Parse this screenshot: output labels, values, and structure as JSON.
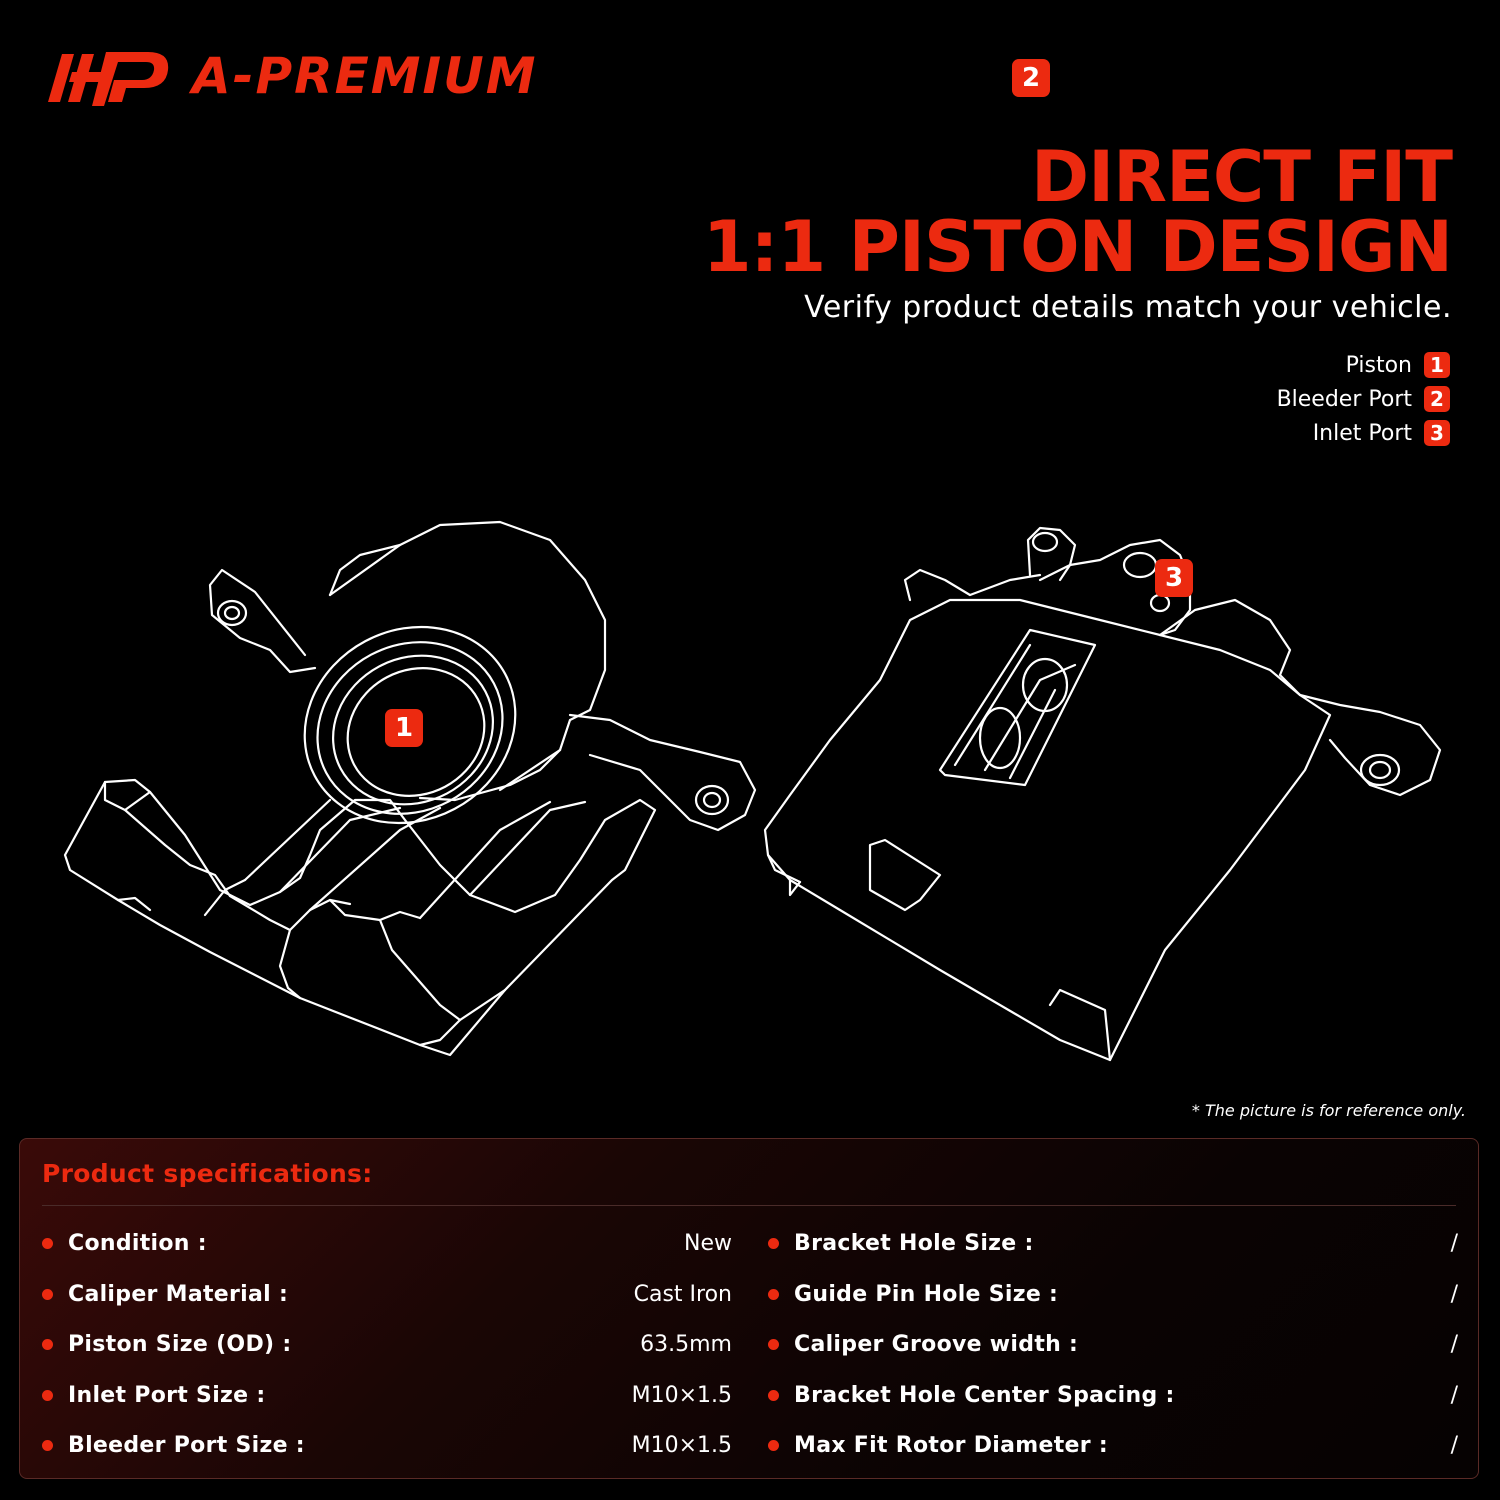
{
  "brand": {
    "name": "A-PREMIUM",
    "logo": "ap-logo-icon",
    "color": "#ec2a10"
  },
  "headline": {
    "line1": "DIRECT FIT",
    "line2": "1:1 PISTON DESIGN"
  },
  "subtitle": "Verify product details match your vehicle.",
  "legend": [
    {
      "label": "Piston",
      "number": "1"
    },
    {
      "label": "Bleeder Port",
      "number": "2"
    },
    {
      "label": "Inlet Port",
      "number": "3"
    }
  ],
  "markers": {
    "piston": "1",
    "bleeder": "2",
    "inlet": "3"
  },
  "disclaimer": "* The picture is for reference only.",
  "specs": {
    "title": "Product specifications:",
    "left": [
      {
        "label": "Condition :",
        "value": "New"
      },
      {
        "label": "Caliper Material :",
        "value": "Cast Iron"
      },
      {
        "label": "Piston Size (OD) :",
        "value": "63.5mm"
      },
      {
        "label": "Inlet Port Size :",
        "value": "M10×1.5"
      },
      {
        "label": "Bleeder Port Size :",
        "value": "M10×1.5"
      }
    ],
    "right": [
      {
        "label": "Bracket Hole Size :",
        "value": "/"
      },
      {
        "label": "Guide Pin Hole Size :",
        "value": "/"
      },
      {
        "label": "Caliper Groove width :",
        "value": "/"
      },
      {
        "label": "Bracket Hole Center Spacing :",
        "value": "/"
      },
      {
        "label": "Max Fit Rotor Diameter :",
        "value": "/"
      }
    ]
  }
}
